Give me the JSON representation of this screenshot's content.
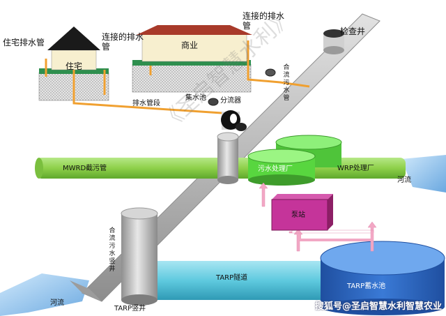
{
  "labels": {
    "house_drain": "住宅排水管",
    "house": "住宅",
    "commercial": "商业",
    "connect_drain_left": "连接的排水管",
    "connect_drain_right": "连接的排水管",
    "inspection_well": "检查井",
    "drain_pipe_segment": "排水管段",
    "collection_tank": "集水池",
    "flow_divider": "分流器",
    "combined_sewer_top": "合流污水管",
    "mwrd_interceptor": "MWRD截污管",
    "sewage_plant": "污水处理厂",
    "wrp_plant": "WRP处理厂",
    "river_right": "河流",
    "pump_station": "泵站",
    "combined_sewer_shaft": "合流污水竖井",
    "tarp_tunnel": "TARP隧道",
    "tarp_reservoir": "TARP蓄水池",
    "river_left": "河流",
    "tarp_shaft": "TARP竖井",
    "watermark_faint": "《圣启智慧水利》",
    "watermark": "搜狐号@圣启智慧水利智慧农业"
  },
  "colors": {
    "green_pipe": "#8ed04a",
    "cyan_pipe": "#62cce0",
    "orange_pipe": "#f0a030",
    "gray_pipe": "#b8b8b8",
    "pump_magenta": "#c5349a",
    "arrow_pink": "#f2a7c4",
    "reservoir_blue": "#2a5fb8",
    "plant_green": "#5bdc43",
    "roof_dark": "#1a1a1a",
    "roof_red": "#a83a2a",
    "water": "#7fb8e8"
  }
}
